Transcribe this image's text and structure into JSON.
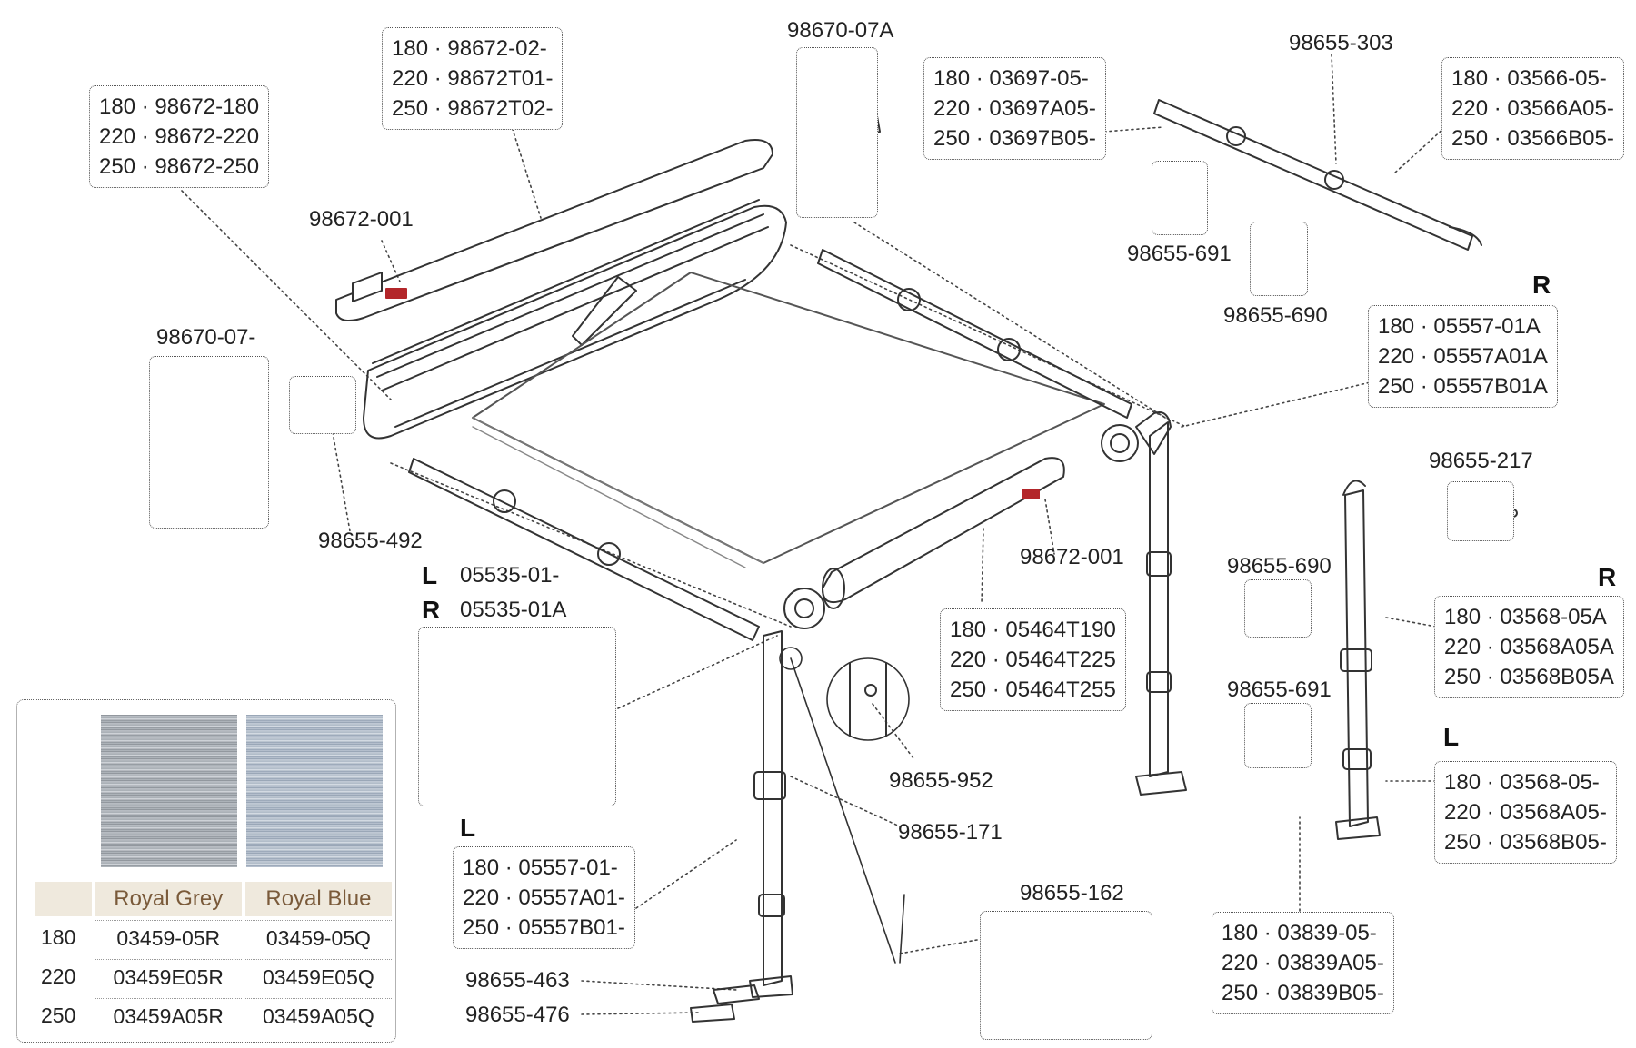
{
  "callouts": {
    "front_rail": [
      "180 · 98672-180",
      "220 · 98672-220",
      "250 · 98672-250"
    ],
    "cover": [
      "180 · 98672-02-",
      "220 · 98672T01-",
      "250 · 98672T02-"
    ],
    "rafter_arm": [
      "180 · 03697-05-",
      "220 · 03697A05-",
      "250 · 03697B05-"
    ],
    "rafter_arm_long": [
      "180 · 03566-05-",
      "220 · 03566A05-",
      "250 · 03566B05-"
    ],
    "leg_right_top": [
      "180 · 05557-01A",
      "220 · 05557A01A",
      "250 · 05557B01A"
    ],
    "roller": [
      "180 · 05464T190",
      "220 · 05464T225",
      "250 · 05464T255"
    ],
    "leg_R": [
      "180 · 03568-05A",
      "220 · 03568A05A",
      "250 · 03568B05A"
    ],
    "leg_L": [
      "180 · 03568-05-",
      "220 · 03568A05-",
      "250 · 03568B05-"
    ],
    "leg_left_front": [
      "180 · 05557-01-",
      "220 · 05557A01-",
      "250 · 05557B01-"
    ],
    "foot_rail": [
      "180 · 03839-05-",
      "220 · 03839A05-",
      "250 · 03839B05-"
    ]
  },
  "labels": {
    "p_98672_001_top": "98672-001",
    "p_98670_07A": "98670-07A",
    "p_98655_303": "98655-303",
    "p_98655_691_top": "98655-691",
    "p_98655_690_top": "98655-690",
    "p_98670_07": "98670-07-",
    "p_98655_492": "98655-492",
    "p_98655_217": "98655-217",
    "p_98672_001_mid": "98672-001",
    "p_98655_690_mid": "98655-690",
    "p_98655_691_mid": "98655-691",
    "p_05535_01": "05535-01-",
    "p_05535_01A": "05535-01A",
    "p_98655_952": "98655-952",
    "p_98655_171": "98655-171",
    "p_98655_162": "98655-162",
    "p_98655_463": "98655-463",
    "p_98655_476": "98655-476"
  },
  "sides": {
    "R_top": "R",
    "L_mid": "L",
    "R_mid": "R",
    "R_right": "R",
    "L_right": "L",
    "L_bottom": "L"
  },
  "fabric": {
    "headers": [
      "Royal Grey",
      "Royal Blue"
    ],
    "rows": [
      {
        "size": "180",
        "grey": "03459-05R",
        "blue": "03459-05Q"
      },
      {
        "size": "220",
        "grey": "03459E05R",
        "blue": "03459E05Q"
      },
      {
        "size": "250",
        "grey": "03459A05R",
        "blue": "03459A05Q"
      }
    ]
  },
  "colors": {
    "brand_red": "#b3262a",
    "heading_bg": "#efe9dd",
    "heading_text": "#7a5a3a"
  }
}
